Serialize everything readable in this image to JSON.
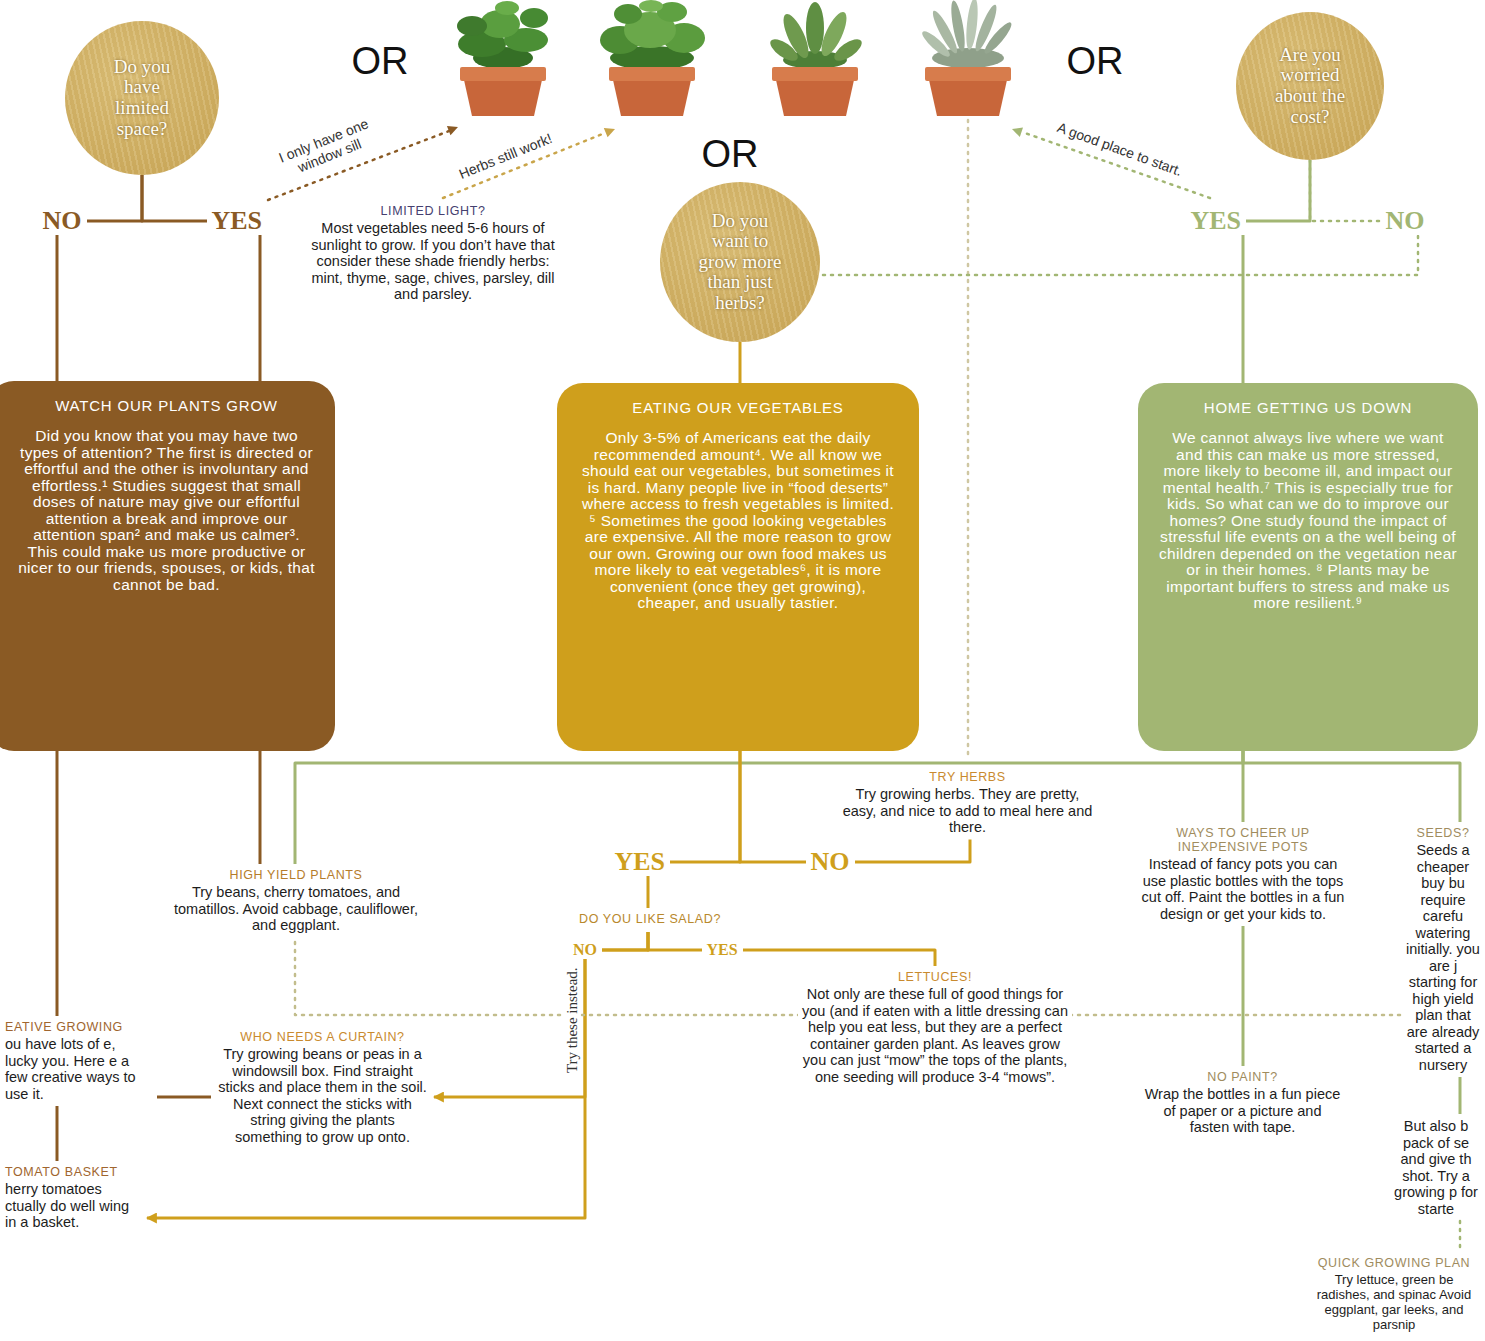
{
  "diagram": {
    "nodes": [
      {
        "text": [
          "Do you have limited space?"
        ]
      },
      {
        "text": [
          "Are you worried about the cost?"
        ]
      },
      {
        "text": [
          "LIMITED LIGHT?",
          "Most vegetables need 5-6 hours of sunlight to grow. If you don’t have that consider these shade friendly herbs: mint, thyme, sage, chives, parsley, dill and parsley."
        ]
      },
      {
        "text": [
          "Do you want to grow more than just herbs?"
        ]
      },
      {
        "text": [
          "WATCH OUR PLANTS GROW",
          "Did you know that you may have two types of attention? The first is directed or effortful and the other is involuntary and effortless.¹ Studies suggest that small doses of nature may give our effortful attention a break and improve our attention span² and make us calmer³. This could make us more productive or nicer to our friends, spouses, or kids, that cannot be bad."
        ]
      },
      {
        "text": [
          "EATING OUR VEGETABLES",
          "Only 3-5% of Americans eat the daily recommended amount⁴. We all know we should eat our vegetables, but sometimes it is hard. Many people live in “food deserts” where access to fresh vegetables is limited. ⁵ Sometimes the good looking vegetables are expensive. All the more reason to grow our own. Growing our own food makes us more likely to eat vegetables⁶, it is more convenient (once they get growing), cheaper, and usually tastier."
        ]
      },
      {
        "text": [
          "HOME GETTING US DOWN",
          "We cannot always live where we want and this can make us more stressed, more likely to become ill, and impact our mental health.⁷ This is especially true for kids. So what can we do to improve our homes? One study found the impact of stressful life events on a the well being of children depended on the vegetation near or in their homes. ⁸ Plants may be important buffers to stress and make us more resilient.⁹"
        ]
      },
      {
        "text": [
          "TRY HERBS",
          "Try growing herbs. They are pretty, easy, and nice to add to meal here and there."
        ]
      },
      {
        "text": [
          "HIGH YIELD PLANTS",
          "Try beans, cherry tomatoes, and tomatillos. Avoid cabbage, cauliflower, and eggplant."
        ]
      },
      {
        "text": [
          "WAYS TO CHEER UP INEXPENSIVE POTS",
          "Instead of fancy pots you can use plastic bottles with the tops cut off. Paint the bottles in a fun design or get your kids to."
        ]
      },
      {
        "text": [
          "SEEDS?",
          "Seeds a cheaper buy bu require carefu watering initially. you are j starting for high yield plan that are already started a nursery"
        ]
      },
      {
        "text": [
          "DO YOU LIKE SALAD?"
        ]
      },
      {
        "text": [
          "LETTUCES!",
          "Not only are these full of good things for you (and if eaten with a little dressing can help you eat less, but they are a perfect container garden plant. As leaves grow you can just “mow” the tops of the plants, one seeding will produce 3-4 “mows”."
        ]
      },
      {
        "text": [
          "EATIVE GROWING",
          "ou have lots of e, lucky you. Here e a few creative ways to use it."
        ]
      },
      {
        "text": [
          "WHO NEEDS A CURTAIN?",
          "Try growing beans or peas in a windowsill box. Find straight sticks and place them in the soil. Next connect the sticks with string giving the plants something to grow up onto."
        ]
      },
      {
        "text": [
          "NO PAINT?",
          "Wrap the bottles in a fun piece of paper or a picture and fasten with tape."
        ]
      },
      {
        "text": [
          "But also b pack of se and give th shot. Try a growing p for starte"
        ]
      },
      {
        "text": [
          "TOMATO BASKET",
          "herry tomatoes ctually do well wing in a basket."
        ]
      },
      {
        "text": [
          "QUICK GROWING PLAN",
          "Try lettuce, green be radishes, and spinac Avoid eggplant, gar leeks, and parsnip"
        ]
      }
    ],
    "edges": [
      {
        "from": 0,
        "to": 4,
        "label": "NO",
        "arrow": "none"
      },
      {
        "from": 0,
        "to": 4,
        "label": "YES",
        "arrow": "none"
      },
      {
        "from": 1,
        "to": 6,
        "label": "YES",
        "arrow": "none"
      },
      {
        "from": 1,
        "to": 3,
        "label": "NO",
        "arrow": "none"
      },
      {
        "from": 3,
        "to": 5,
        "arrow": "none"
      },
      {
        "from": 4,
        "to": 13,
        "arrow": "none"
      },
      {
        "from": 4,
        "to": 8,
        "arrow": "none"
      },
      {
        "from": 6,
        "to": 8,
        "arrow": "none"
      },
      {
        "from": 6,
        "to": 9,
        "arrow": "none"
      },
      {
        "from": 6,
        "to": 10,
        "arrow": "none"
      },
      {
        "from": 5,
        "to": 11,
        "label": "YES",
        "arrow": "none"
      },
      {
        "from": 5,
        "to": 7,
        "label": "NO",
        "arrow": "none"
      },
      {
        "from": 11,
        "to": 12,
        "label": "YES",
        "arrow": "none"
      },
      {
        "from": 11,
        "to": 14,
        "label": "NO",
        "arrow": "to"
      },
      {
        "from": 11,
        "to": 17,
        "label": "Try these instead.",
        "arrow": "to"
      },
      {
        "from": 13,
        "to": 14,
        "arrow": "none"
      },
      {
        "from": 13,
        "to": 17,
        "arrow": "none"
      },
      {
        "from": 9,
        "to": 15,
        "arrow": "none"
      },
      {
        "from": 10,
        "to": 16,
        "arrow": "none"
      },
      {
        "from": 16,
        "to": 18,
        "arrow": "none"
      },
      {
        "from": 10,
        "to": 8,
        "arrow": "none"
      }
    ],
    "labels": [
      "OR",
      "OR",
      "OR",
      "I only have one window sill",
      "Herbs still work!",
      "A good place to start."
    ]
  }
}
